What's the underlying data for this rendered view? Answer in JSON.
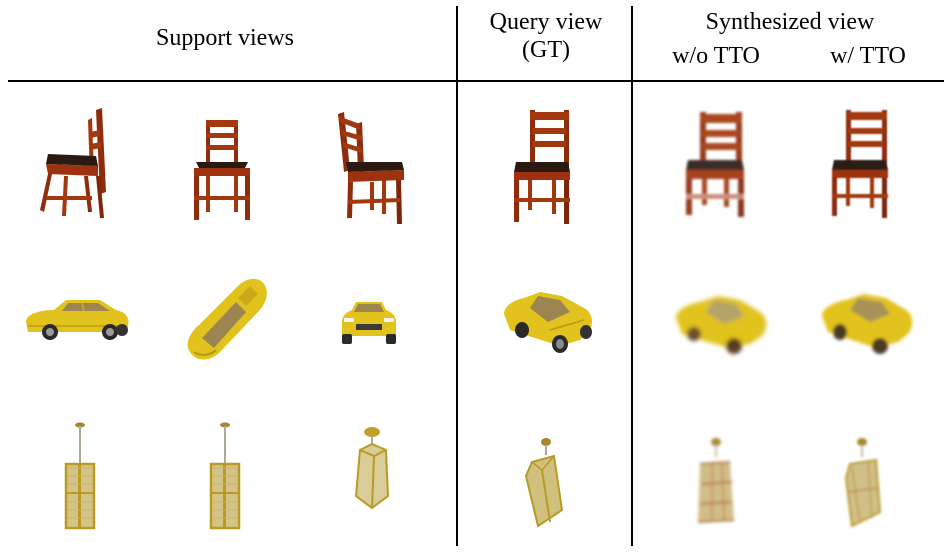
{
  "figure": {
    "headers": {
      "support": "Support views",
      "query_line1": "Query view",
      "query_line2": "(GT)",
      "synth": "Synthesized view",
      "without_tto": "w/o TTO",
      "with_tto": "w/ TTO"
    },
    "rows": [
      {
        "object": "chair",
        "cells": [
          "support-1",
          "support-2",
          "support-3",
          "query-gt",
          "synth-without-tto",
          "synth-with-tto"
        ]
      },
      {
        "object": "car",
        "cells": [
          "support-1",
          "support-2",
          "support-3",
          "query-gt",
          "synth-without-tto",
          "synth-with-tto"
        ]
      },
      {
        "object": "lamp",
        "cells": [
          "support-1",
          "support-2",
          "support-3",
          "query-gt",
          "synth-without-tto",
          "synth-with-tto"
        ]
      }
    ],
    "colors": {
      "chair_wood": "#9e3210",
      "chair_seat": "#2b1a12",
      "car_body": "#e2c21c",
      "car_window": "#9c8550",
      "car_wheel": "#2a2a2a",
      "lamp_frame": "#b99a24",
      "lamp_shade": "#d4c488",
      "rule": "#000000"
    }
  }
}
